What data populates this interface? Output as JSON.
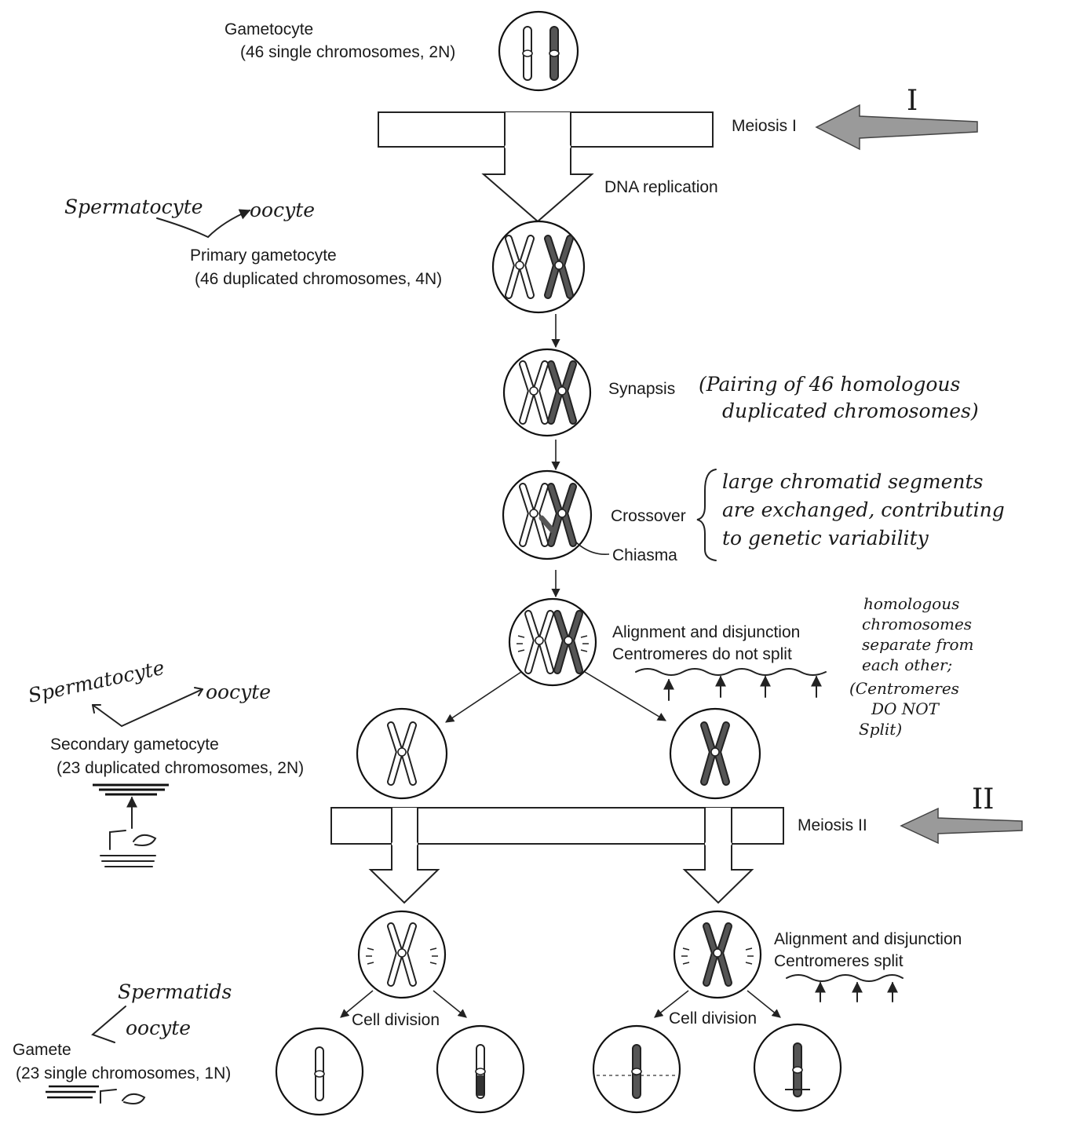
{
  "labels": {
    "gametocyte": "Gametocyte",
    "gametocyte_sub": "(46 single chromosomes, 2N)",
    "meiosis1": "Meiosis I",
    "dna_replication": "DNA replication",
    "primary": "Primary gametocyte",
    "primary_sub": "(46 duplicated chromosomes, 4N)",
    "synapsis": "Synapsis",
    "crossover": "Crossover",
    "chiasma": "Chiasma",
    "alignment1": "Alignment and disjunction",
    "alignment1_sub": "Centromeres do not split",
    "secondary": "Secondary gametocyte",
    "secondary_sub": "(23 duplicated chromosomes, 2N)",
    "meiosis2": "Meiosis II",
    "alignment2": "Alignment and disjunction",
    "alignment2_sub": "Centromeres split",
    "cell_division_left": "Cell division",
    "cell_division_right": "Cell division",
    "gamete": "Gamete",
    "gamete_sub": "(23 single chromosomes, 1N)"
  },
  "handwriting": {
    "roman_1": "I",
    "roman_2": "II",
    "spermatocyte_top": "Spermatocyte",
    "oocyte_top": "oocyte",
    "synapsis_note_1": "(Pairing of 46 homologous",
    "synapsis_note_2": "duplicated chromosomes)",
    "crossover_note_1": "large chromatid segments",
    "crossover_note_2": "are exchanged, contributing",
    "crossover_note_3": "to genetic variability",
    "homolog_note_1": "homologous",
    "homolog_note_2": "chromosomes",
    "homolog_note_3": "separate from",
    "homolog_note_4": "each other;",
    "homolog_note_5": "(Centromeres",
    "homolog_note_6": "DO NOT",
    "homolog_note_7": "Split)",
    "spermatocyte_mid": "Spermatocyte",
    "oocyte_mid": "oocyte",
    "spermatids": "Spermatids",
    "oocyte_bottom": "oocyte"
  }
}
